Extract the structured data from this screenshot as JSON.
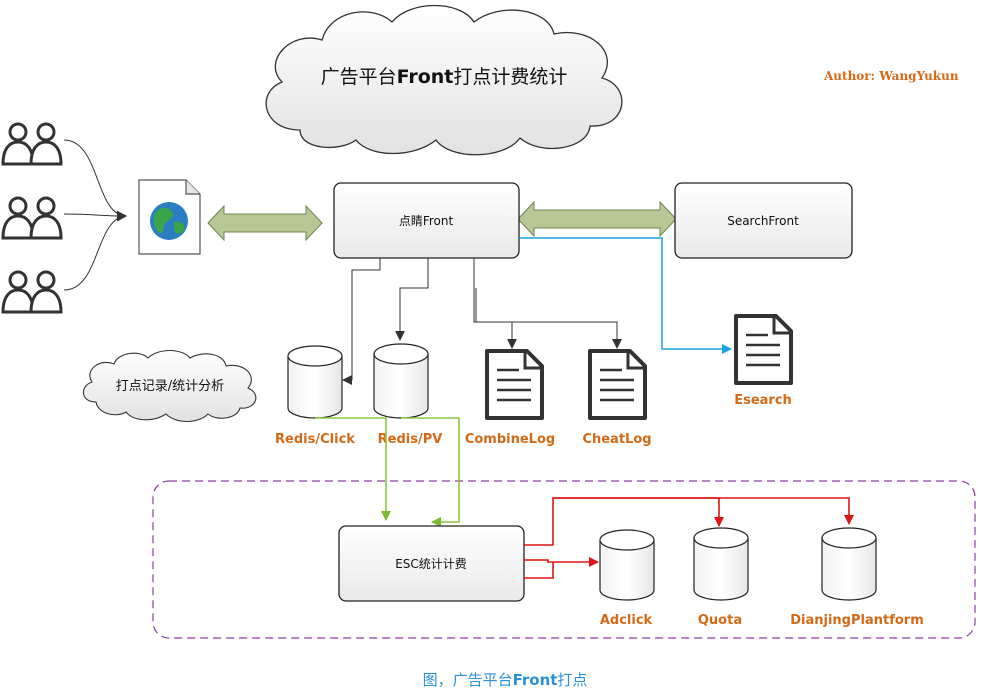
{
  "title": {
    "prefix": "广告平台",
    "bold": "Front",
    "suffix": "打点计费统计"
  },
  "author": "Author:    WangYukun",
  "nodes": {
    "dianjing_front": "点睛Front",
    "search_front": "SearchFront",
    "esc": "ESC统计计费"
  },
  "note_cloud": "打点记录/统计分析",
  "stores": {
    "redis_click": "Redis/Click",
    "redis_pv": "Redis/PV",
    "adclick": "Adclick",
    "quota": "Quota",
    "dianjing_platform": "DianjingPlantform"
  },
  "docs": {
    "combine_log": "CombineLog",
    "cheat_log": "CheatLog",
    "esearch": "Esearch"
  },
  "caption": {
    "prefix": "图，广告平台",
    "bold": "Front",
    "suffix": "打点"
  },
  "colors": {
    "label_orange": "#d46a17",
    "caption_blue": "#2a90d8",
    "flow_green": "#8dc63f",
    "flow_red": "#e01414",
    "flow_blue": "#1aa3e0",
    "flow_gray": "#404040",
    "double_arrow_fill": "#b7c896",
    "group_border": "#8b3fa3"
  }
}
